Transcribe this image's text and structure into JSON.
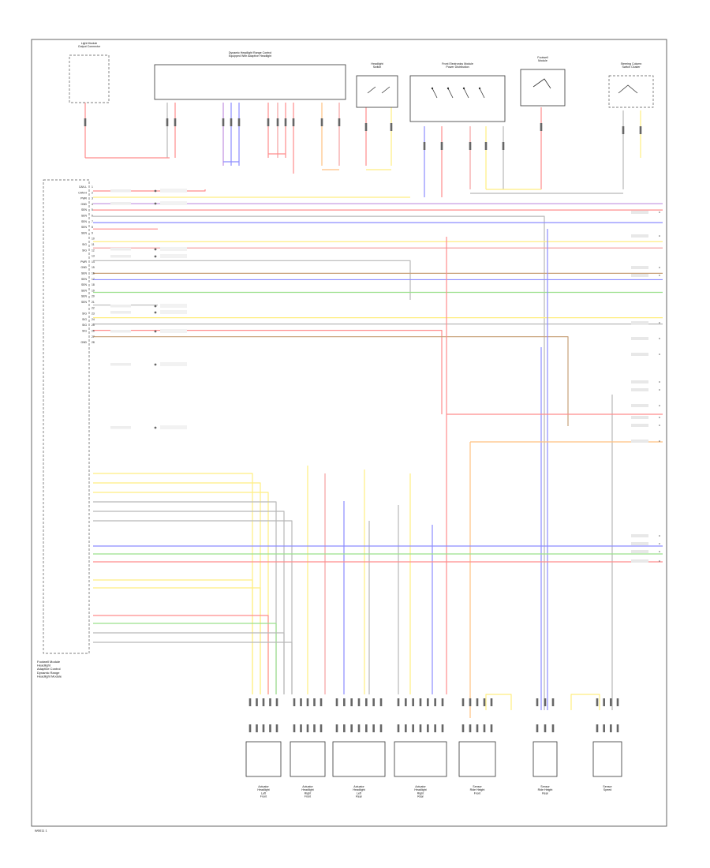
{
  "diagram": {
    "footer_code": "W0011 1",
    "colors": {
      "red": "#ff8c8c",
      "pink": "#f5a0a0",
      "blue": "#8c8cff",
      "violet": "#c090e0",
      "yellow": "#ffee80",
      "orange": "#ffc080",
      "green": "#9be08c",
      "gray": "#b8b8b8",
      "brown": "#c8a078",
      "black": "#444444"
    },
    "top_components": [
      {
        "name": "top-left-connector",
        "label": "Light Module\nOutput Connector"
      },
      {
        "name": "top-main-module",
        "label": "Dynamic Headlight Range Control\nEquipped With Adaptive Headlight"
      },
      {
        "name": "top-switch-a",
        "label": "Headlight\nSwitch"
      },
      {
        "name": "top-relay-module",
        "label": "Front Electronics Module\nPower Distribution"
      },
      {
        "name": "top-switch-b",
        "label": "Footwell\nModule"
      },
      {
        "name": "top-right-module",
        "label": "Steering Column\nSwitch Cluster"
      }
    ],
    "main_module_label": "Footwell Module\nHeadlight\nAdaptive Control\nDynamic Range\nHeadlight Module",
    "left_pins": [
      {
        "num": "1",
        "name": "CAN-L"
      },
      {
        "num": "2",
        "name": "CAN-H"
      },
      {
        "num": "3",
        "name": "PWR"
      },
      {
        "num": "4",
        "name": "GND"
      },
      {
        "num": "5",
        "name": "SEN"
      },
      {
        "num": "6",
        "name": "SEN"
      },
      {
        "num": "7",
        "name": "SEN"
      },
      {
        "num": "8",
        "name": "SEN"
      },
      {
        "num": "9",
        "name": "SEN"
      },
      {
        "num": "10",
        "name": ""
      },
      {
        "num": "11",
        "name": "SIG"
      },
      {
        "num": "12",
        "name": "SIG"
      },
      {
        "num": "13",
        "name": ""
      },
      {
        "num": "14",
        "name": "PWR"
      },
      {
        "num": "15",
        "name": "GND"
      },
      {
        "num": "16",
        "name": "SEN"
      },
      {
        "num": "17",
        "name": "SEN"
      },
      {
        "num": "18",
        "name": "SEN"
      },
      {
        "num": "19",
        "name": "SEN"
      },
      {
        "num": "20",
        "name": "SEN"
      },
      {
        "num": "21",
        "name": "SEN"
      },
      {
        "num": "22",
        "name": ""
      },
      {
        "num": "23",
        "name": "SIG"
      },
      {
        "num": "24",
        "name": "SIG"
      },
      {
        "num": "25",
        "name": "SIG"
      },
      {
        "num": "26",
        "name": "SIG"
      },
      {
        "num": "27",
        "name": ""
      },
      {
        "num": "28",
        "name": "GND"
      }
    ],
    "bottom_components": [
      {
        "name": "actuator-1",
        "label": "Actuator\nHeadlight\nLeft\nFront"
      },
      {
        "name": "actuator-2",
        "label": "Actuator\nHeadlight\nRight\nFront"
      },
      {
        "name": "actuator-3",
        "label": "Actuator\nHeadlight\nLeft\nRear"
      },
      {
        "name": "actuator-4",
        "label": "Actuator\nHeadlight\nRight\nRear"
      },
      {
        "name": "sensor-1",
        "label": "Sensor\nRide Height\nFront"
      },
      {
        "name": "sensor-2",
        "label": "Sensor\nRide Height\nRear"
      },
      {
        "name": "sensor-3",
        "label": "Sensor\nSpeed"
      }
    ]
  }
}
